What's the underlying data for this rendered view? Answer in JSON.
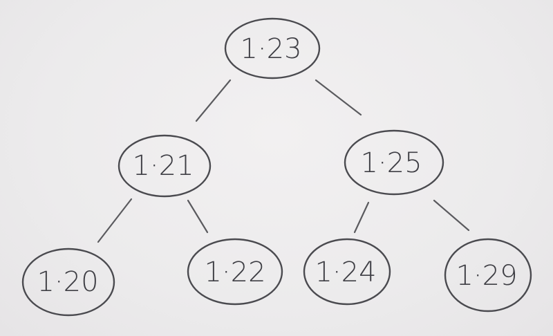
{
  "tree": {
    "nodes": [
      {
        "id": "root",
        "label": "1·23"
      },
      {
        "id": "left",
        "label": "1·21"
      },
      {
        "id": "right",
        "label": "1·25"
      },
      {
        "id": "left-left",
        "label": "1·20"
      },
      {
        "id": "left-right",
        "label": "1·22"
      },
      {
        "id": "right-left",
        "label": "1·24"
      },
      {
        "id": "right-right",
        "label": "1·29"
      }
    ],
    "edges": [
      {
        "from": "root",
        "to": "left"
      },
      {
        "from": "root",
        "to": "right"
      },
      {
        "from": "left",
        "to": "left-left"
      },
      {
        "from": "left",
        "to": "left-right"
      },
      {
        "from": "right",
        "to": "right-left"
      },
      {
        "from": "right",
        "to": "right-right"
      }
    ]
  },
  "colors": {
    "paper": "#efeced",
    "ink": "#4a4a4f"
  }
}
